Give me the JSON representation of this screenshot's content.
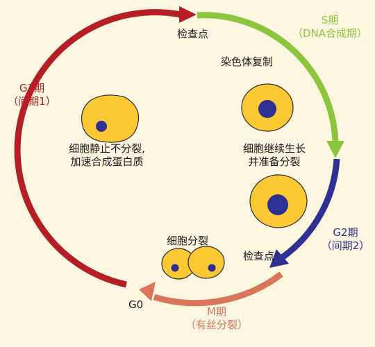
{
  "colors": {
    "background": "#fdf6e0",
    "g1": "#b51f24",
    "s": "#8cc63f",
    "g2": "#2e3192",
    "m": "#d9765a",
    "cell_fill": "#fcc935",
    "nucleus": "#2e3192",
    "text": "#1a1a1a"
  },
  "labels": {
    "checkpoint_top": "检查点",
    "s_phase": "S期",
    "s_phase_sub": "（DNA合成期）",
    "chromosome_replication": "染色体复制",
    "g1_phase": "G1期",
    "g1_phase_sub": "（间期1）",
    "cell_stop_line1": "细胞静止不分裂,",
    "cell_stop_line2": "加速合成蛋白质",
    "cell_grow_line1": "细胞继续生长",
    "cell_grow_line2": "并准备分裂",
    "g2_phase": "G2期",
    "g2_phase_sub": "（间期2）",
    "cell_division": "细胞分裂",
    "checkpoint_bottom": "检查点",
    "g0": "G0",
    "m_phase": "M期",
    "m_phase_sub": "（有丝分裂）"
  }
}
